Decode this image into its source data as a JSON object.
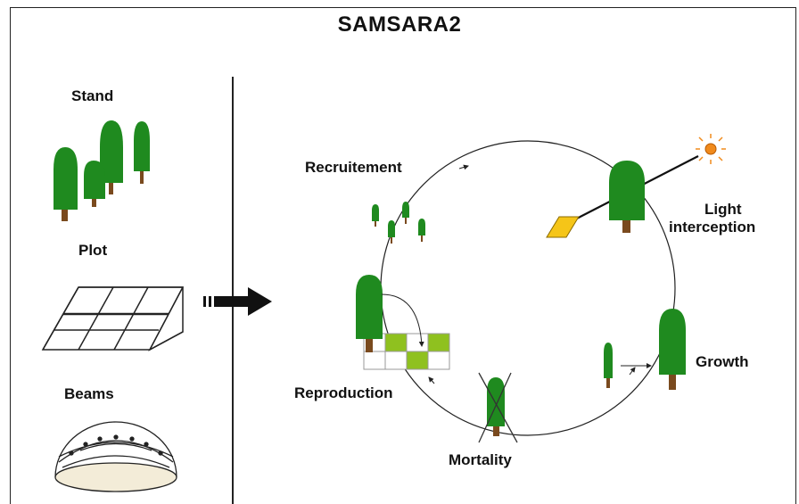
{
  "title": "SAMSARA2",
  "left_panel": {
    "stand_label": "Stand",
    "plot_label": "Plot",
    "beams_label": "Beams"
  },
  "cycle": {
    "recruitement": "Recruitement",
    "light_line1": "Light",
    "light_line2": "interception",
    "reproduction": "Reproduction",
    "growth": "Growth",
    "mortality": "Mortality"
  },
  "colors": {
    "tree_green": "#1f8a1f",
    "trunk_brown": "#7a4a1e",
    "cell_green": "#8fc11f",
    "leaf_yellow": "#f5c518",
    "sun_orange": "#f08a1c"
  },
  "icons": {
    "arrow": "thick-right-arrow",
    "sun": "sun-icon",
    "plot": "grid-plot-icon",
    "beams": "hemisphere-beams-icon"
  }
}
